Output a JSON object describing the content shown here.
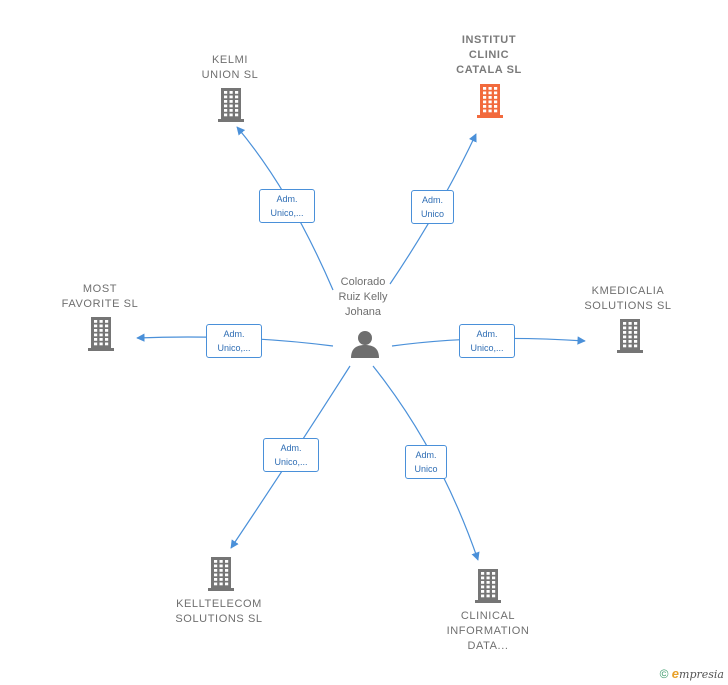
{
  "center": {
    "name": "Colorado\nRuiz Kelly\nJohana",
    "icon": "person-icon"
  },
  "companies": [
    {
      "key": "kelmi",
      "name": "KELMI\nUNION  SL",
      "role": "Adm.\nUnico,...",
      "highlight": false
    },
    {
      "key": "institut",
      "name": "INSTITUT\nCLINIC\nCATALA  SL",
      "role": "Adm.\nUnico",
      "highlight": true
    },
    {
      "key": "most",
      "name": "MOST\nFAVORITE  SL",
      "role": "Adm.\nUnico,...",
      "highlight": false
    },
    {
      "key": "kmedicalia",
      "name": "KMEDICALIA\nSOLUTIONS  SL",
      "role": "Adm.\nUnico,...",
      "highlight": false
    },
    {
      "key": "kelltelecom",
      "name": "KELLTELECOM\nSOLUTIONS  SL",
      "role": "Adm.\nUnico,...",
      "highlight": false
    },
    {
      "key": "clinical",
      "name": "CLINICAL\nINFORMATION\nDATA...",
      "role": "Adm.\nUnico",
      "highlight": false
    }
  ],
  "colors": {
    "edge": "#4a90d9",
    "building": "#757575",
    "building_highlight": "#f26a3d",
    "person": "#6e6e6e"
  },
  "footer": {
    "copyright": "©",
    "brand_first": "e",
    "brand_rest": "mpresia"
  }
}
